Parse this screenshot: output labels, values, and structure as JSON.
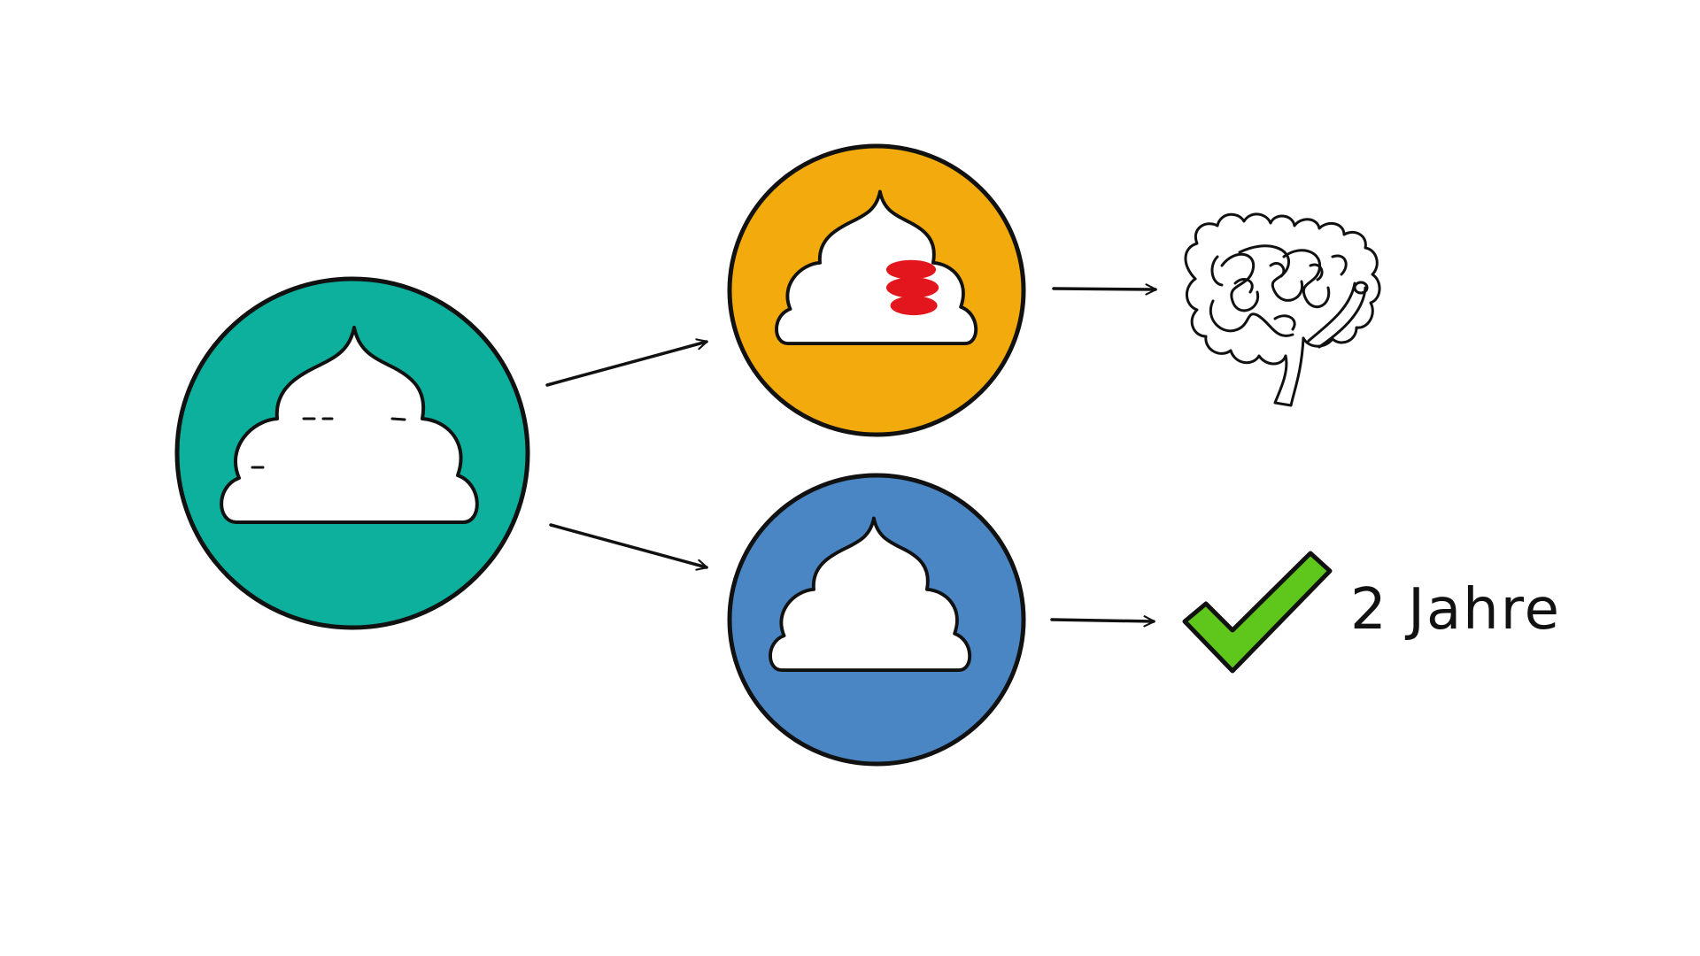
{
  "colors": {
    "teal": "#0DB09C",
    "orange": "#F2AA0D",
    "blue": "#4B86C4",
    "blood": "#E2161C",
    "check": "#5FC71B",
    "ink": "#111111",
    "background": "#FFFFFF"
  },
  "nodes": [
    {
      "id": "stool-sample",
      "fill": "teal",
      "icon": "poop-icon"
    },
    {
      "id": "stool-with-blood",
      "fill": "orange",
      "icon": "poop-with-blood-icon"
    },
    {
      "id": "stool-clear",
      "fill": "blue",
      "icon": "poop-icon"
    }
  ],
  "outcomes": {
    "positive": {
      "icon": "intestine-icon"
    },
    "negative": {
      "icon": "checkmark-icon",
      "label": "2 Jahre"
    }
  }
}
